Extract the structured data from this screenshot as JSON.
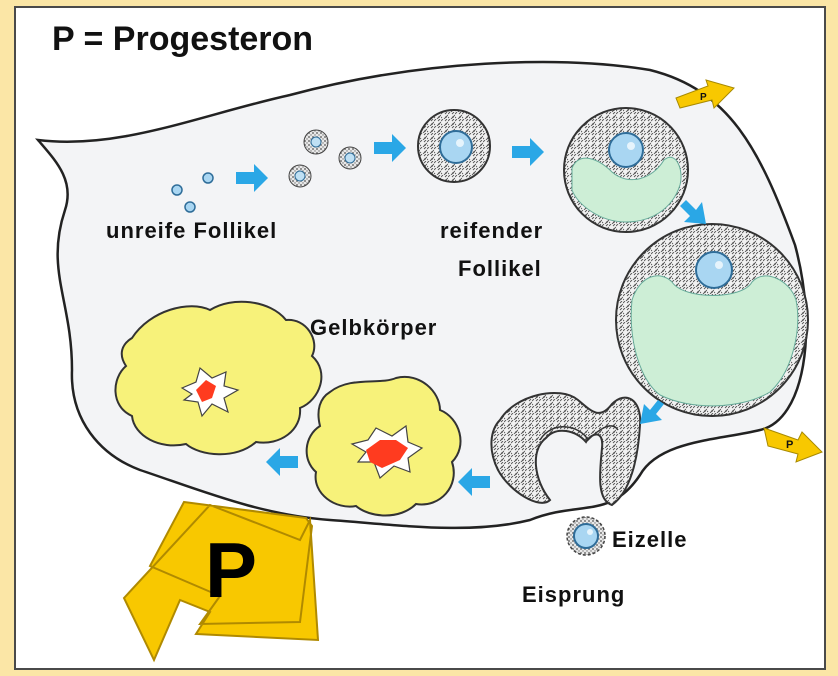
{
  "title": "P = Progesteron",
  "labels": {
    "immature_follicles": "unreife Follikel",
    "maturing_follicle_line1": "reifender",
    "maturing_follicle_line2": "Follikel",
    "corpus_luteum": "Gelbkörper",
    "egg_cell": "Eizelle",
    "ovulation": "Eisprung"
  },
  "hormone_arrow_label": "P",
  "small_arrow_labels": [
    "P",
    "P"
  ],
  "colors": {
    "background": "#fbe6a6",
    "ovary_fill": "#f3f4f6",
    "cycle_arrow": "#2aa7e6",
    "follicular_fluid": "#cdeed6",
    "oocyte": "#a9d6f2",
    "corpus_luteum": "#f7f27a",
    "corpus_center": "#ff3b1f",
    "progesterone_arrow": "#f8c800"
  }
}
